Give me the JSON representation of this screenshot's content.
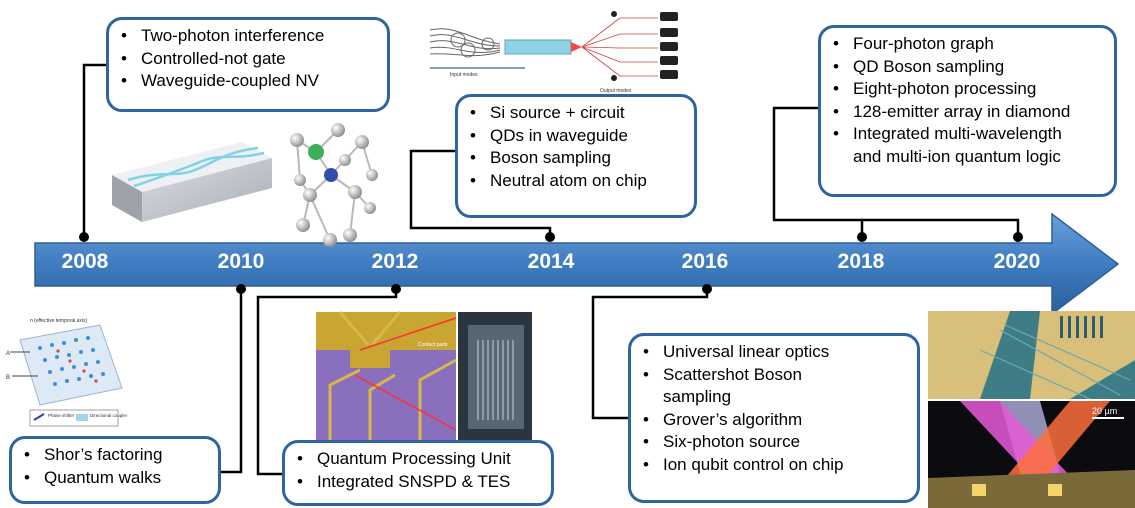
{
  "timeline": {
    "years": [
      "2008",
      "2010",
      "2012",
      "2014",
      "2016",
      "2018",
      "2020"
    ]
  },
  "boxes": {
    "y2008": [
      "Two-photon interference",
      "Controlled-not gate",
      "Waveguide-coupled NV"
    ],
    "y2014": [
      "Si source + circuit",
      "QDs in waveguide",
      "Boson sampling",
      "Neutral atom on chip"
    ],
    "y2018": [
      "Four-photon graph",
      "QD Boson sampling",
      "Eight-photon processing",
      "128-emitter array in diamond",
      "Integrated multi-wavelength",
      "and multi-ion quantum logic"
    ],
    "y2010": [
      "Shor’s factoring",
      "Quantum walks"
    ],
    "y2012": [
      "Quantum Processing Unit",
      "Integrated SNSPD & TES"
    ],
    "y2016": [
      "Universal linear optics",
      "Scattershot Boson",
      "sampling",
      "Grover’s algorithm",
      "Six-photon source",
      "Ion qubit control on chip"
    ]
  },
  "figure_labels": {
    "input_modes": "Input modes",
    "output_modes": "Output modes",
    "temporal_axis": "n (effective temporal axis)",
    "phase_shifter": "Phase shifter",
    "directional_coupler": "Directional coupler",
    "contact_pads": "Contact pads",
    "scale_bar": "20 µm"
  },
  "colors": {
    "accent": "#2e64a0",
    "arrow": "#4a86c5",
    "connector": "#000000"
  }
}
